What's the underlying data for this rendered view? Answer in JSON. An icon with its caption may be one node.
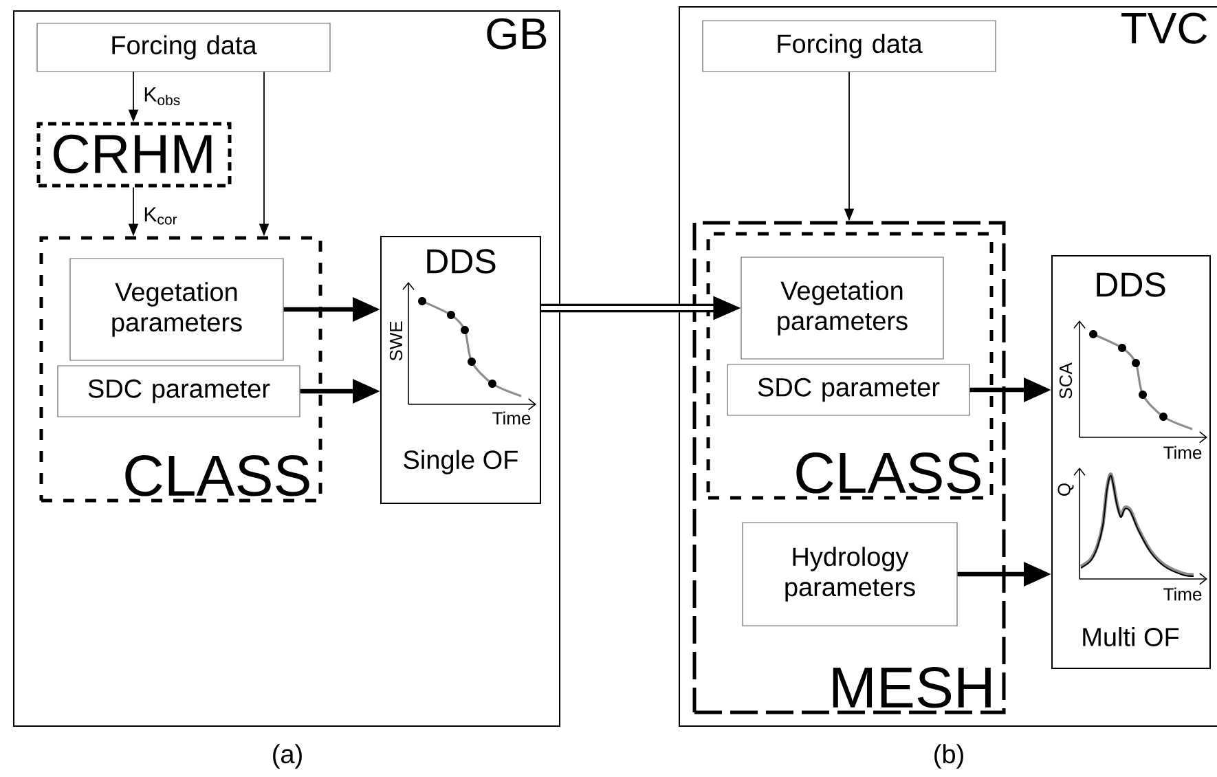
{
  "diagram": {
    "nodes": [
      {
        "text": [
          "GB"
        ],
        "beside": [
          "(a)"
        ]
      },
      {
        "text": [
          "Forcing data"
        ],
        "in": 0
      },
      {
        "text": [
          "CRHM"
        ],
        "in": 0
      },
      {
        "text": [
          "CLASS"
        ],
        "in": 0
      },
      {
        "text": [
          "Vegetation parameters"
        ],
        "in": 3
      },
      {
        "text": [
          "SDC parameter"
        ],
        "in": 3
      },
      {
        "text": [
          "DDS",
          "Single OF"
        ],
        "in": 0
      },
      {
        "text": [
          "TVC"
        ],
        "beside": [
          "(b)"
        ]
      },
      {
        "text": [
          "Forcing data"
        ],
        "in": 7
      },
      {
        "text": [
          "MESH"
        ],
        "in": 7
      },
      {
        "text": [
          "CLASS"
        ],
        "in": 9
      },
      {
        "text": [
          "Vegetation parameters"
        ],
        "in": 10
      },
      {
        "text": [
          "SDC parameter"
        ],
        "in": 10
      },
      {
        "text": [
          "Hydrology parameters"
        ],
        "in": 9
      },
      {
        "text": [
          "DDS",
          "Multi OF"
        ],
        "in": 7
      }
    ],
    "edges": [
      {
        "from": 1,
        "to": 2,
        "arrow": "to",
        "label": "K$_{obs}$"
      },
      {
        "from": 2,
        "to": 3,
        "arrow": "to",
        "label": "K$_{cor}$"
      },
      {
        "from": 1,
        "to": 3,
        "arrow": "to"
      },
      {
        "from": 4,
        "to": 6,
        "arrow": "to"
      },
      {
        "from": 5,
        "to": 6,
        "arrow": "to"
      },
      {
        "from": 6,
        "to": 11,
        "arrow": "to",
        "style": "thick"
      },
      {
        "from": 8,
        "to": 9,
        "arrow": "to"
      },
      {
        "from": 12,
        "to": 14,
        "arrow": "to"
      },
      {
        "from": 13,
        "to": 14,
        "arrow": "to"
      }
    ],
    "labels": [
      "SWE",
      "Time",
      "SCA",
      "Time",
      "Q",
      "Time"
    ]
  }
}
